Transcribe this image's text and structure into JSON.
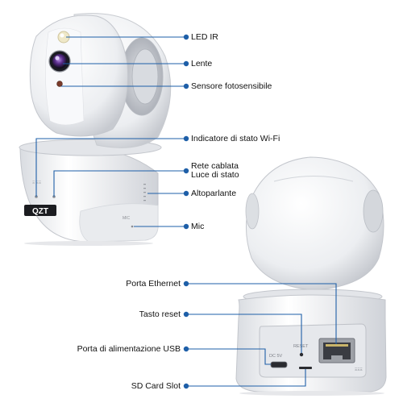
{
  "brand": {
    "logo_text": "QZT"
  },
  "device_markings": {
    "mic_text": "MIC",
    "dc_text": "DC 5V",
    "reset_text": "RESET",
    "status_text": "Ξ ΞΞ",
    "port_side_text": "ΞΞΞ"
  },
  "labels": {
    "led_ir": "LED IR",
    "lente": "Lente",
    "sensore": "Sensore fotosensibile",
    "indicatore_wifi": "Indicatore di stato Wi-Fi",
    "rete_cablata_1": "Rete cablata",
    "rete_cablata_2": "Luce di stato",
    "altoparlante": "Altoparlante",
    "mic": "Mic",
    "porta_ethernet": "Porta Ethernet",
    "tasto_reset": "Tasto reset",
    "porta_usb": "Porta di alimentazione USB",
    "sd_card": "SD Card Slot"
  },
  "colors": {
    "callout_blue": "#1e5fa8",
    "device_white": "#f4f5f7",
    "device_shadow": "#c9ccd2"
  }
}
